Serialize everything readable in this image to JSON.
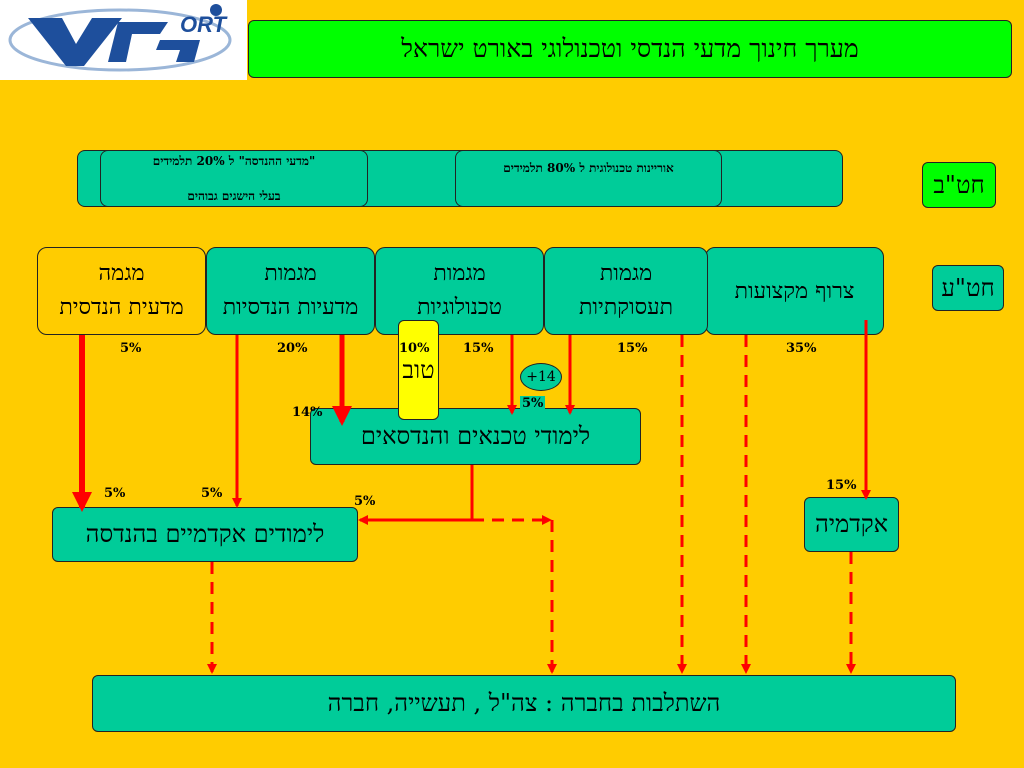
{
  "logo": {
    "brand_text": "ORT",
    "emblem_name": "ort-logo"
  },
  "title": "מערך חינוך מדעי הנדסי וטכנולוגי באורט ישראל",
  "grade_labels": {
    "high": "חט\"ב",
    "upper": "חט\"ע"
  },
  "top_track": {
    "tech_literacy": "אוריינות טכנולוגית ל 80% תלמידים",
    "eng_sci_line1": "\"מדעי ההנדסה\" ל 20% תלמידים",
    "eng_sci_line2": "בעלי הישגים גבוהים"
  },
  "majors": [
    {
      "line1": "צרוף",
      "line2": "מקצועות"
    },
    {
      "line1": "מגמות",
      "line2": "תעסוקתיות"
    },
    {
      "line1": "מגמות",
      "line2": "טכנולוגיות"
    },
    {
      "line1": "מגמות",
      "line2": "מדעיות הנדסיות"
    },
    {
      "line1": "מגמה",
      "line2": "מדעית הנדסית"
    }
  ],
  "tov": "טוב",
  "plus14": "+14",
  "percentages": {
    "p5_left": "5%",
    "p20": "20%",
    "p10": "10%",
    "p15_a": "15%",
    "p15_b": "15%",
    "p35": "35%",
    "p14": "14%",
    "p5_mid": "5%",
    "p5_a": "5%",
    "p5_b": "5%",
    "p5_c": "5%",
    "p15_academy": "15%"
  },
  "boxes": {
    "technicians": "לימודי טכנאים והנדסאים",
    "academic_eng": "לימודים אקדמיים בהנדסה",
    "academy": "אקדמיה",
    "integration": "השתלבות בחברה : צה\"ל , תעשייה, חברה"
  },
  "colors": {
    "background": "#FFCC00",
    "teal": "#00CC99",
    "green": "#00FF00",
    "arrow": "#FF0000"
  }
}
